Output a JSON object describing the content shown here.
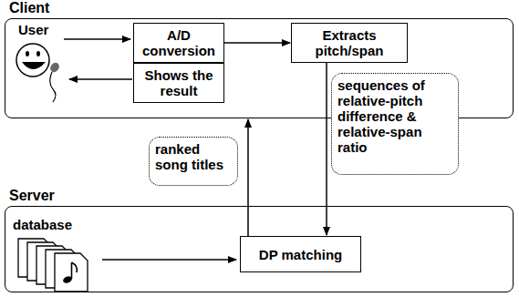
{
  "diagram": {
    "nodes": [
      {
        "text": [
          "Client"
        ]
      },
      {
        "text": [
          "A/D conversion"
        ],
        "in": 0
      },
      {
        "text": [
          "Extracts pitch/span"
        ],
        "in": 0
      },
      {
        "text": [
          "Shows the result"
        ],
        "in": 0
      },
      {
        "text": [
          "sequences of relative-pitch difference & relative-span ratio"
        ]
      },
      {
        "text": [
          "ranked song titles"
        ]
      },
      {
        "text": [
          "Server"
        ]
      },
      {
        "text": [
          "DP matching"
        ],
        "in": 6
      }
    ],
    "edges": [
      {
        "from": 1,
        "to": 2,
        "arrow": "to"
      },
      {
        "from": 2,
        "to": 7,
        "arrow": "to"
      },
      {
        "from": 7,
        "to": 0,
        "arrow": "to"
      }
    ],
    "labels": [
      "User",
      "database"
    ]
  }
}
